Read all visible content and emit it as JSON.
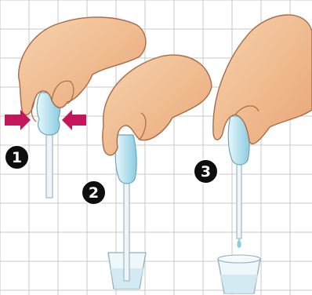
{
  "steps": [
    {
      "number": "1"
    },
    {
      "number": "2"
    },
    {
      "number": "3"
    }
  ],
  "colors": {
    "grid_line": "#c9c9c9",
    "skin": "#f3c39a",
    "skin_shadow": "#d9956a",
    "outline": "#8a5a3c",
    "bulb": "#bfe6f2",
    "tube": "#dff1f7",
    "arrow": "#c2185b",
    "badge": "#0d0d0d",
    "glass": "#e8f4f8",
    "liquid": "#b8dcea"
  },
  "icons": {
    "squeeze": "squeeze-arrows-icon",
    "dropper": "dropper-icon",
    "glass": "glass-icon",
    "droplet": "droplet-icon"
  }
}
